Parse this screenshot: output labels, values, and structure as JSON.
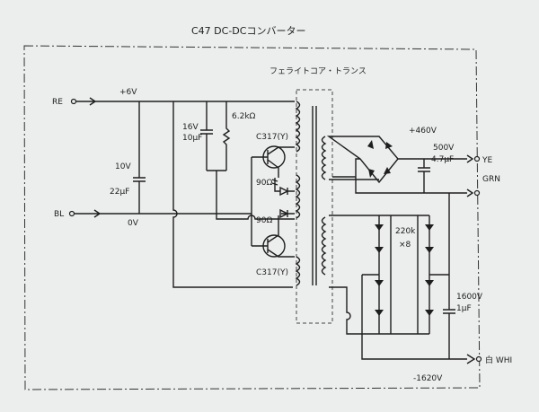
{
  "title": "C47 DC-DCコンバーター",
  "transformer_label": "フェライトコア・トランス",
  "terminals": {
    "re": "RE",
    "bl": "BL",
    "ye": "YE",
    "grn": "GRN",
    "whi": "白 WHI"
  },
  "voltages": {
    "input_pos": "+6V",
    "input_zero": "0V",
    "out_pos": "+460V",
    "out_neg": "-1620V"
  },
  "components": {
    "c_in_v": "10V",
    "c_in_val": "22μF",
    "c_base_v": "16V",
    "c_base_val": "10μF",
    "r_bias": "6.2kΩ",
    "q1": "C317(Y)",
    "q2": "C317(Y)",
    "r_q1": "90Ω",
    "r_q2": "90Ω",
    "c_out_v": "500V",
    "c_out_val": "4.7μF",
    "r_ladder": "220k",
    "r_ladder_count": "×8",
    "c_hv_v": "1600V",
    "c_hv_val": "1μF"
  }
}
